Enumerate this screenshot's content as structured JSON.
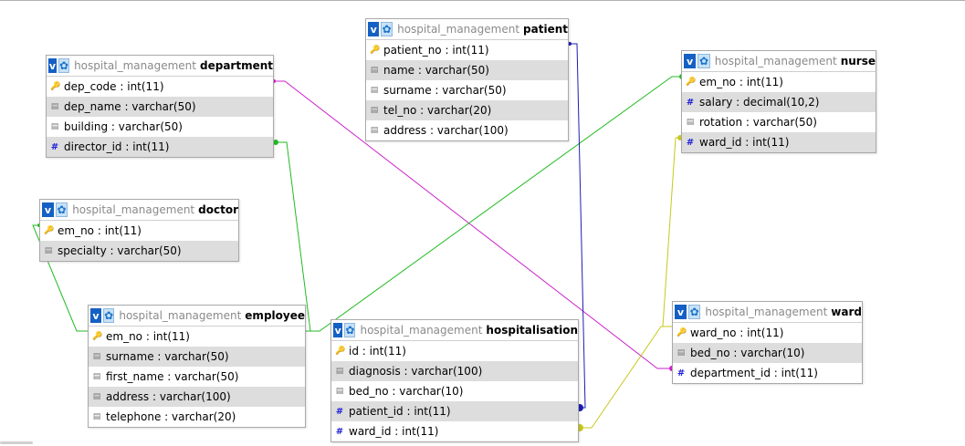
{
  "database": "hospital_management",
  "colors": {
    "department_ward": "#cc22cc",
    "department_employee": "#22bb22",
    "doctor_employee": "#22bb22",
    "nurse_employee": "#22bb22",
    "patient_hospitalisation": "#1e1eb4",
    "ward_nurse": "#c8c81e",
    "ward_hospitalisation": "#c8c81e"
  },
  "tables": {
    "department": {
      "db": "hospital_management",
      "name": "department",
      "columns": [
        {
          "text": "dep_code : int(11)",
          "icon": "key-icon"
        },
        {
          "text": "dep_name : varchar(50)",
          "icon": "column-icon"
        },
        {
          "text": "building : varchar(50)",
          "icon": "column-icon"
        },
        {
          "text": "director_id : int(11)",
          "icon": "hash-icon"
        }
      ]
    },
    "patient": {
      "db": "hospital_management",
      "name": "patient",
      "columns": [
        {
          "text": "patient_no : int(11)",
          "icon": "key-icon"
        },
        {
          "text": "name : varchar(50)",
          "icon": "column-icon"
        },
        {
          "text": "surname : varchar(50)",
          "icon": "column-icon"
        },
        {
          "text": "tel_no : varchar(20)",
          "icon": "column-icon"
        },
        {
          "text": "address : varchar(100)",
          "icon": "column-icon"
        }
      ]
    },
    "nurse": {
      "db": "hospital_management",
      "name": "nurse",
      "columns": [
        {
          "text": "em_no : int(11)",
          "icon": "key-icon"
        },
        {
          "text": "salary : decimal(10,2)",
          "icon": "hash-icon"
        },
        {
          "text": "rotation : varchar(50)",
          "icon": "column-icon"
        },
        {
          "text": "ward_id : int(11)",
          "icon": "hash-icon"
        }
      ]
    },
    "doctor": {
      "db": "hospital_management",
      "name": "doctor",
      "columns": [
        {
          "text": "em_no : int(11)",
          "icon": "key-icon"
        },
        {
          "text": "specialty : varchar(50)",
          "icon": "column-icon"
        }
      ]
    },
    "employee": {
      "db": "hospital_management",
      "name": "employee",
      "columns": [
        {
          "text": "em_no : int(11)",
          "icon": "key-icon"
        },
        {
          "text": "surname : varchar(50)",
          "icon": "column-icon"
        },
        {
          "text": "first_name : varchar(50)",
          "icon": "column-icon"
        },
        {
          "text": "address : varchar(100)",
          "icon": "column-icon"
        },
        {
          "text": "telephone : varchar(20)",
          "icon": "column-icon"
        }
      ]
    },
    "hospitalisation": {
      "db": "hospital_management",
      "name": "hospitalisation",
      "columns": [
        {
          "text": "id : int(11)",
          "icon": "key-icon"
        },
        {
          "text": "diagnosis : varchar(100)",
          "icon": "column-icon"
        },
        {
          "text": "bed_no : varchar(10)",
          "icon": "column-icon"
        },
        {
          "text": "patient_id : int(11)",
          "icon": "hash-icon"
        },
        {
          "text": "ward_id : int(11)",
          "icon": "hash-icon"
        }
      ]
    },
    "ward": {
      "db": "hospital_management",
      "name": "ward",
      "columns": [
        {
          "text": "ward_no : int(11)",
          "icon": "key-icon"
        },
        {
          "text": "bed_no : varchar(10)",
          "icon": "column-icon"
        },
        {
          "text": "department_id : int(11)",
          "icon": "hash-icon"
        }
      ]
    }
  }
}
